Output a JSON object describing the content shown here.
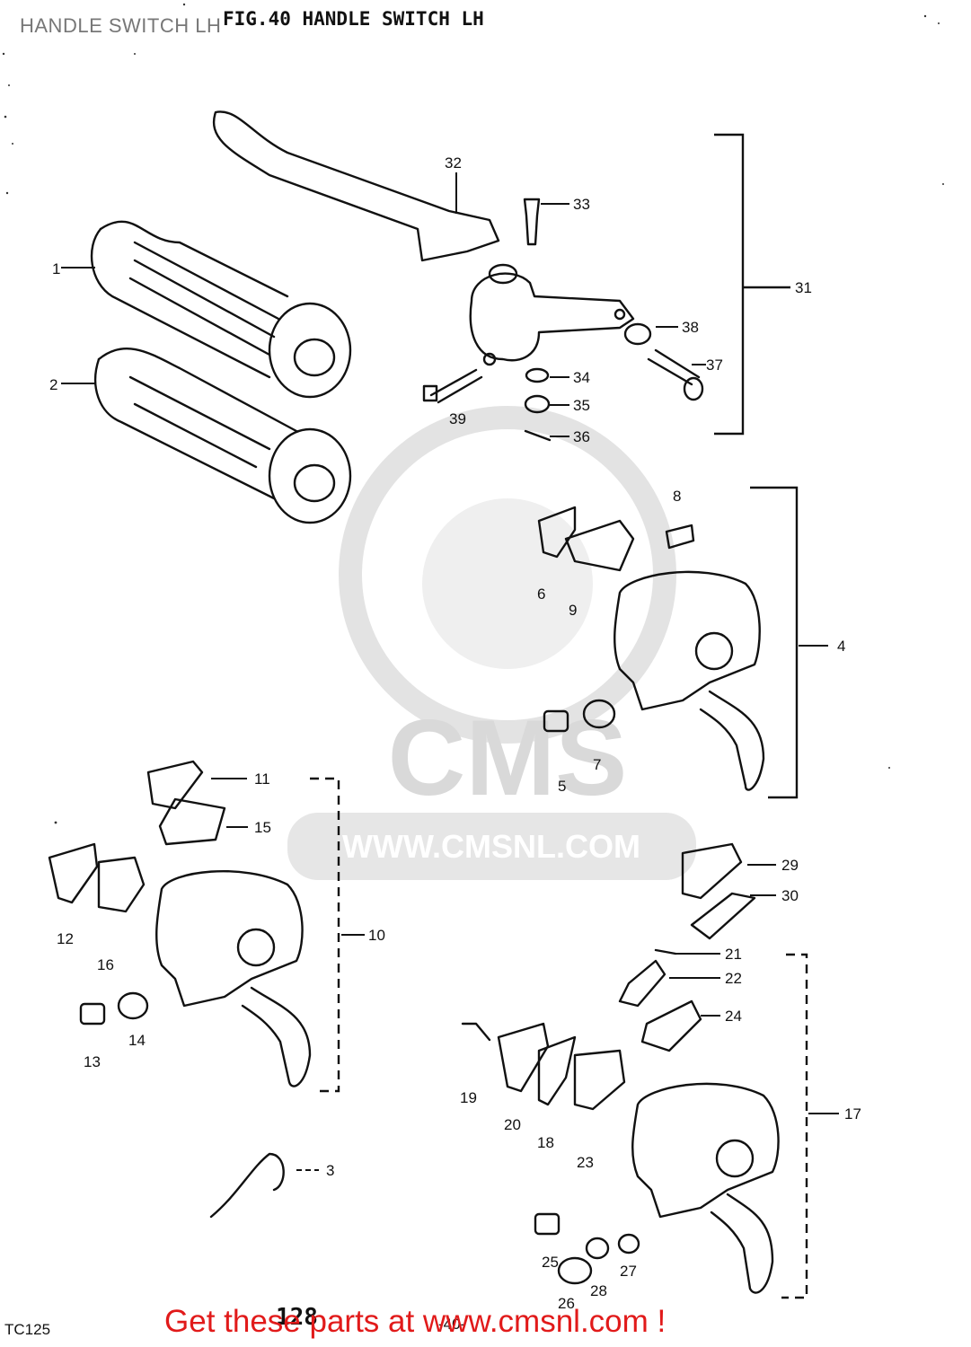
{
  "corner_title": "HANDLE SWITCH LH",
  "figure_title": "FIG.40  HANDLE SWITCH LH",
  "model_code": "TC125",
  "page_number": "128",
  "page_sub": "-40-",
  "watermark": {
    "logo_text": "CMS",
    "url": "WWW.CMSNL.COM"
  },
  "promo_text": "Get these parts at www.cmsnl.com !",
  "callouts": [
    "1",
    "2",
    "3",
    "4",
    "5",
    "6",
    "7",
    "8",
    "9",
    "10",
    "11",
    "12",
    "13",
    "14",
    "15",
    "16",
    "17",
    "18",
    "19",
    "20",
    "21",
    "22",
    "23",
    "24",
    "25",
    "26",
    "27",
    "28",
    "29",
    "30",
    "31",
    "32",
    "33",
    "34",
    "35",
    "36",
    "37",
    "38",
    "39"
  ]
}
